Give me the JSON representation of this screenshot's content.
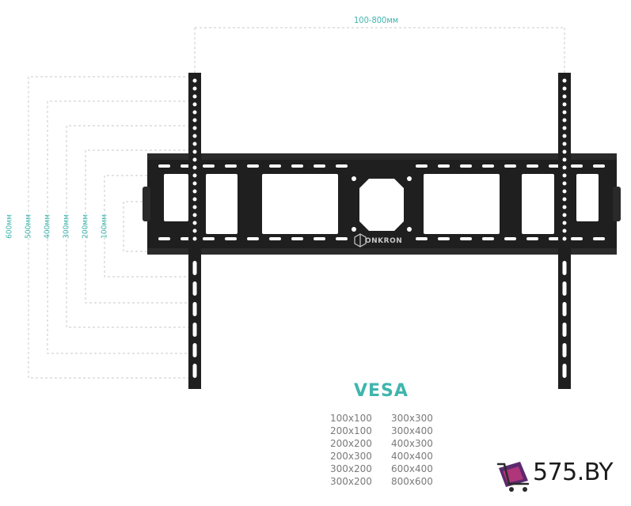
{
  "diagram": {
    "width_range_label": "100-800мм",
    "height_labels": [
      "600мм",
      "500мм",
      "400мм",
      "300мм",
      "200мм",
      "100мм"
    ],
    "brand": "ONKRON",
    "accent_color": "#3fb5ad",
    "mount_color": "#1f1f1f"
  },
  "vesa": {
    "title": "VESA",
    "left_column": [
      "100x100",
      "200x100",
      "200x200",
      "200x300",
      "300x200",
      "300x200"
    ],
    "right_column": [
      "300x300",
      "300x400",
      "400x300",
      "400x400",
      "600x400",
      "800x600"
    ]
  },
  "watermark": {
    "text": "575.BY",
    "icon": "shopping-cart-icon"
  }
}
